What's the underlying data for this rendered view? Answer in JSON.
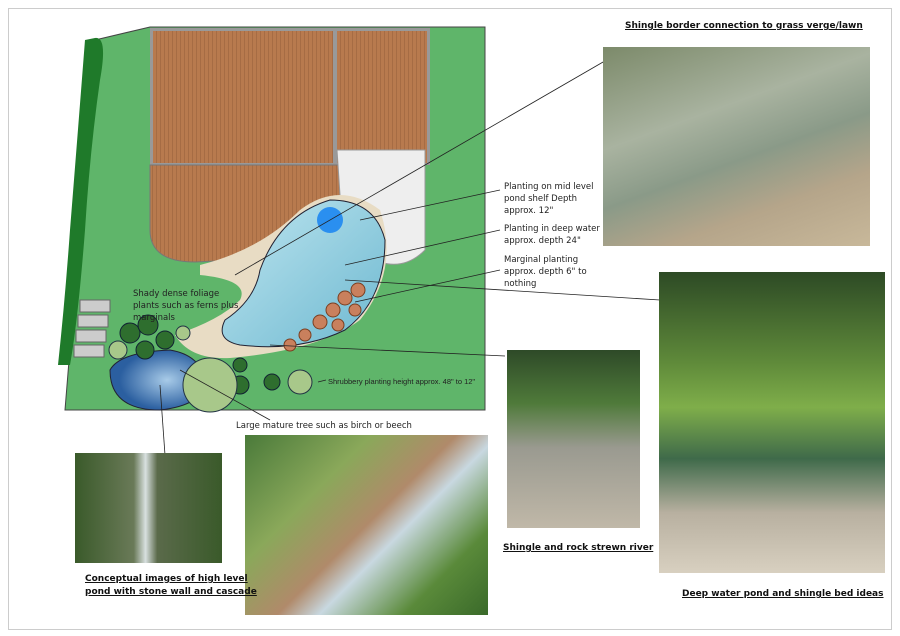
{
  "captions": {
    "shingle_border": "Shingle border connection to grass verge/lawn",
    "river": "Shingle and rock strewn river",
    "high_pond_1": "Conceptual images of high level",
    "high_pond_2": "pond with stone wall and cascade",
    "deep_pond": "Deep water pond and shingle bed ideas"
  },
  "notes": {
    "mid_shelf": [
      "Planting on mid level",
      "pond shelf Depth",
      "approx. 12\""
    ],
    "deep_water": [
      "Planting in deep water",
      "approx. depth 24\""
    ],
    "marginal": [
      "Marginal planting",
      "approx. depth 6\" to",
      "nothing"
    ],
    "shady": [
      "Shady dense foliage",
      "plants such as ferns plus",
      "marginals"
    ],
    "shrubbery": "Shrubbery planting height approx. 48\" to 12\"",
    "tree": "Large mature tree such as birch or beech"
  },
  "colors": {
    "lawn": "#5fb56a",
    "deck": "#b0744a",
    "water": "#8fd0e0",
    "path": "#e8dcc4"
  }
}
